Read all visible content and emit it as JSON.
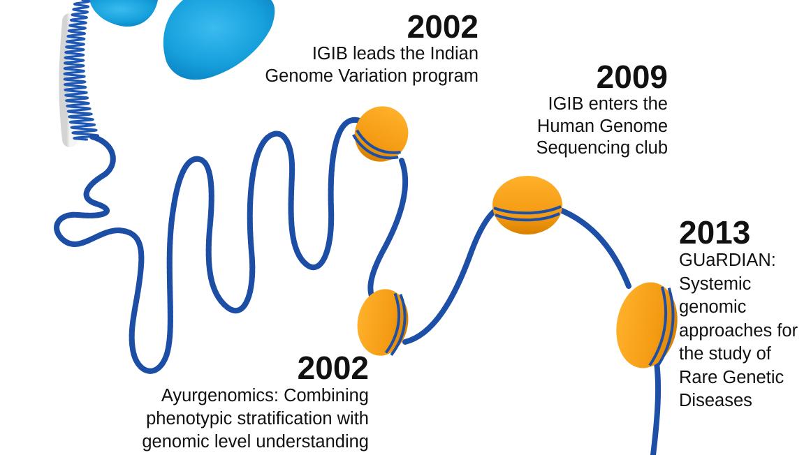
{
  "timeline": {
    "events": [
      {
        "year": "2002",
        "lines": [
          "IGIB leads the Indian",
          "Genome Variation program"
        ]
      },
      {
        "year": "2009",
        "lines": [
          "IGIB enters the",
          "Human Genome",
          "Sequencing club"
        ]
      },
      {
        "year": "2013",
        "lines": [
          "GUaRDIAN:",
          "Systemic",
          "genomic",
          "approaches for",
          "the study of",
          "Rare Genetic",
          "Diseases"
        ]
      },
      {
        "year": "2002",
        "lines": [
          "Ayurgenomics: Combining",
          "phenotypic stratification with",
          "genomic level understanding"
        ]
      }
    ]
  },
  "colors": {
    "dna_strand": "#1f58b4",
    "dna_highlight": "#3f86d8",
    "nucleosome": "#f39a12",
    "nucleosome_shadow": "#cf7a00",
    "chromosome_blob": "#1aa3dd",
    "text": "#111111"
  }
}
